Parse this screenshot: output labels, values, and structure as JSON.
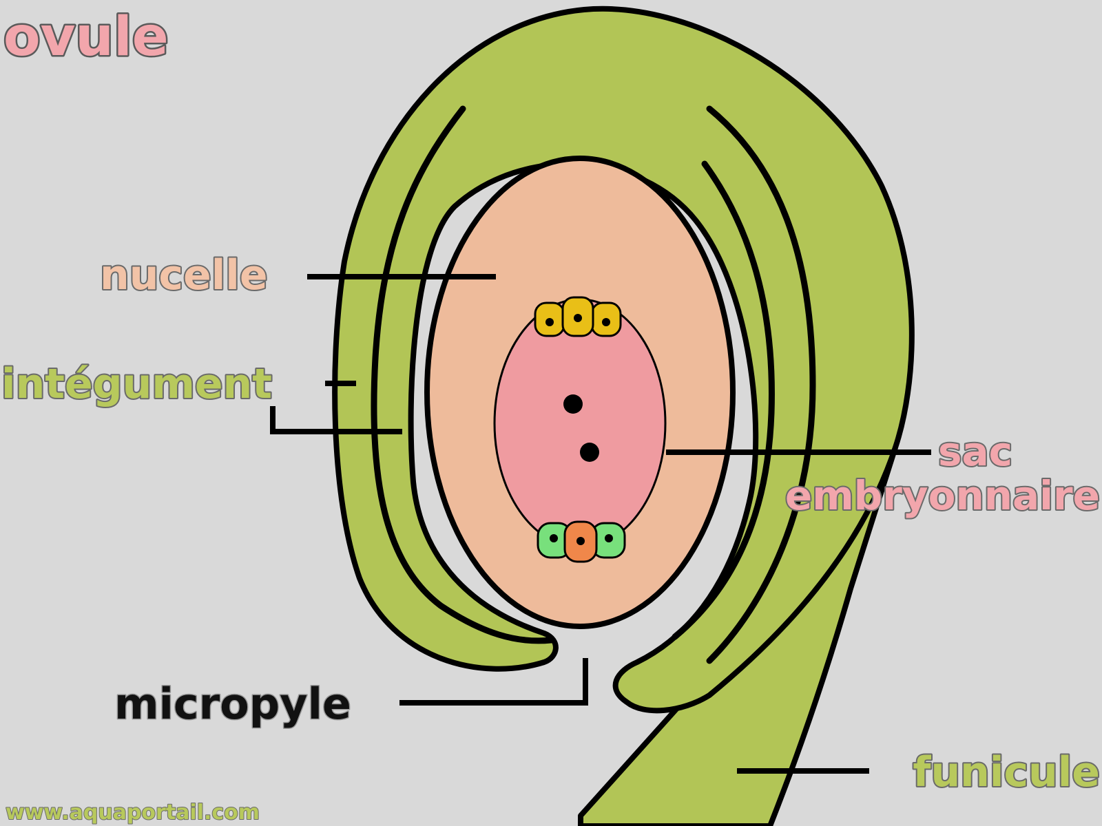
{
  "title": "ovule",
  "labels": {
    "nucelle": "nucelle",
    "integument": "intégument",
    "micropyle": "micropyle",
    "sac_line1": "sac",
    "sac_line2": "embryonnaire",
    "funicule": "funicule"
  },
  "watermark": "www.aquaportail.com",
  "colors": {
    "background": "#d9d9d9",
    "integument_green": "#b2c556",
    "nucellus_peach": "#eebb9b",
    "embryo_sac_pink": "#ef9ba0",
    "antipodal_yellow": "#e9bf17",
    "synergid_green": "#78e07c",
    "egg_cell_orange": "#f0874a",
    "title_pink": "#f2a6ac",
    "label_peach": "#f2c3a7",
    "label_green": "#b8c95c",
    "label_black": "#111111",
    "outline": "#000000"
  }
}
